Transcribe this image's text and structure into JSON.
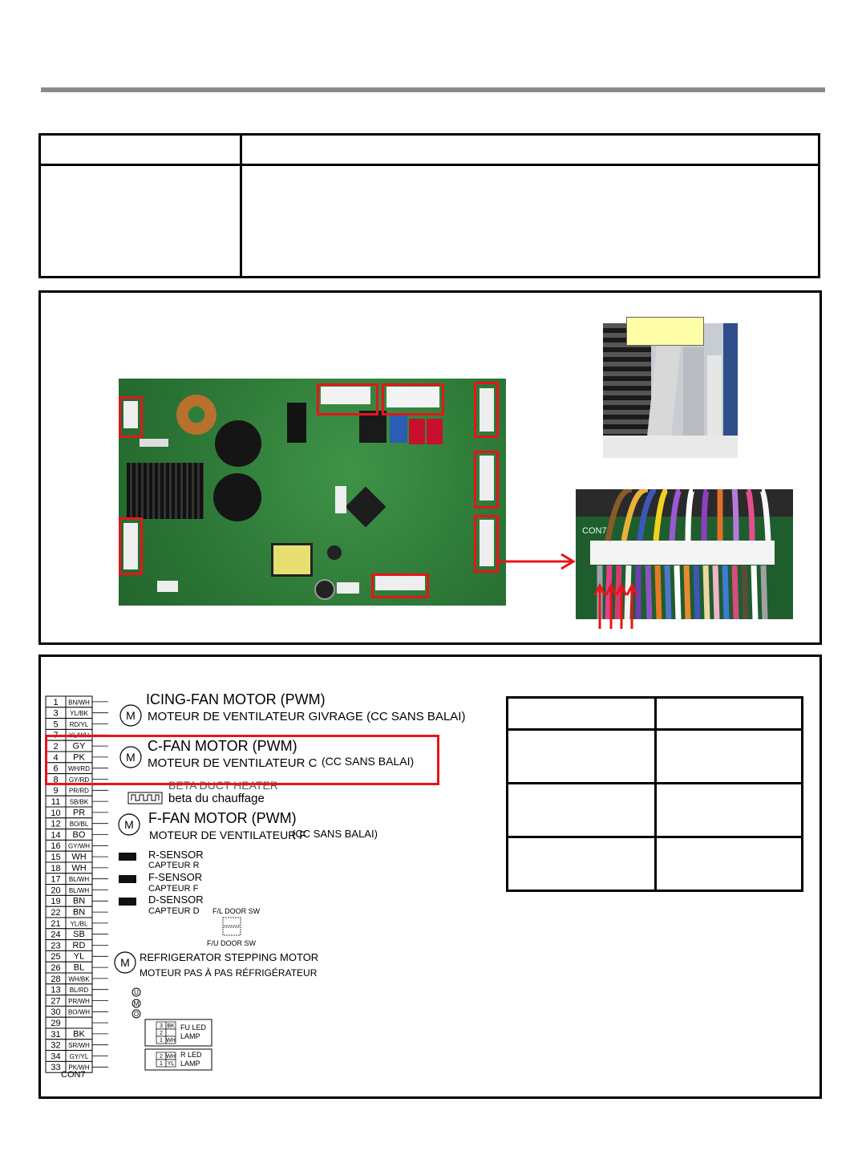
{
  "diagram": {
    "pins": [
      {
        "num": "1",
        "color": "BN/WH"
      },
      {
        "num": "3",
        "color": "YL/BK"
      },
      {
        "num": "5",
        "color": "RD/YL"
      },
      {
        "num": "7",
        "color": "YL/WH"
      },
      {
        "num": "2",
        "color": "GY"
      },
      {
        "num": "4",
        "color": "PK"
      },
      {
        "num": "6",
        "color": "WH/RD"
      },
      {
        "num": "8",
        "color": "GY/RD"
      },
      {
        "num": "9",
        "color": "PR/RD"
      },
      {
        "num": "11",
        "color": "SB/BK"
      },
      {
        "num": "10",
        "color": "PR"
      },
      {
        "num": "12",
        "color": "BO/BL"
      },
      {
        "num": "14",
        "color": "BO"
      },
      {
        "num": "16",
        "color": "GY/WH"
      },
      {
        "num": "15",
        "color": "WH"
      },
      {
        "num": "18",
        "color": "WH"
      },
      {
        "num": "17",
        "color": "BL/WH"
      },
      {
        "num": "20",
        "color": "BL/WH"
      },
      {
        "num": "19",
        "color": "BN"
      },
      {
        "num": "22",
        "color": "BN"
      },
      {
        "num": "21",
        "color": "YL/BL"
      },
      {
        "num": "24",
        "color": "SB"
      },
      {
        "num": "23",
        "color": "RD"
      },
      {
        "num": "25",
        "color": "YL"
      },
      {
        "num": "26",
        "color": "BL"
      },
      {
        "num": "28",
        "color": "WH/BK"
      },
      {
        "num": "13",
        "color": "BL/RD"
      },
      {
        "num": "27",
        "color": "PR/WH"
      },
      {
        "num": "30",
        "color": "BO/WH"
      },
      {
        "num": "29",
        "color": ""
      },
      {
        "num": "31",
        "color": "BK"
      },
      {
        "num": "32",
        "color": "SR/WH"
      },
      {
        "num": "34",
        "color": "GY/YL"
      },
      {
        "num": "33",
        "color": "PK/WH"
      }
    ],
    "connector_label": "CON7",
    "icing_fan_en": "ICING-FAN MOTOR (PWM)",
    "icing_fan_fr": "MOTEUR DE VENTILATEUR GIVRAGE (CC SANS BALAI)",
    "c_fan_en": "C-FAN MOTOR (PWM)",
    "c_fan_fr": "MOTEUR DE VENTILATEUR C",
    "c_fan_fr2": "(CC SANS BALAI)",
    "beta_duct_en": "BETA DUCT HEATER",
    "beta_duct_fr": "beta du chauffage",
    "f_fan_en": "F-FAN MOTOR (PWM)",
    "f_fan_fr": "MOTEUR DE VENTILATEUR F",
    "f_fan_fr2": "(CC SANS BALAI)",
    "r_sensor_en": "R-SENSOR",
    "r_sensor_fr": "CAPTEUR R",
    "f_sensor_en": "F-SENSOR",
    "f_sensor_fr": "CAPTEUR F",
    "d_sensor_en": "D-SENSOR",
    "d_sensor_fr": "CAPTEUR D",
    "fl_door": "F/L DOOR SW",
    "fu_door": "F/U DOOR SW",
    "stepping_en": "REFRIGERATOR STEPPING MOTOR",
    "stepping_fr": "MOTEUR PAS À PAS RÉFRIGÉRATEUR",
    "fu_led": "FU LED",
    "r_led": "R LED",
    "lamp": "LAMP",
    "motor_symbol": "M",
    "u_symbol": "U",
    "m_symbol": "M",
    "o_symbol": "O",
    "fu_led_rows": [
      [
        "3",
        "BK"
      ],
      [
        "2",
        ""
      ],
      [
        "1",
        "WH"
      ]
    ],
    "r_led_rows": [
      [
        "2",
        "WH"
      ],
      [
        "1",
        "YL"
      ]
    ]
  },
  "photo": {
    "con7_label": "CON7"
  },
  "colors": {
    "highlight": "#e8141b",
    "rule": "#8a8a8a",
    "callout": "#ffffa8"
  }
}
